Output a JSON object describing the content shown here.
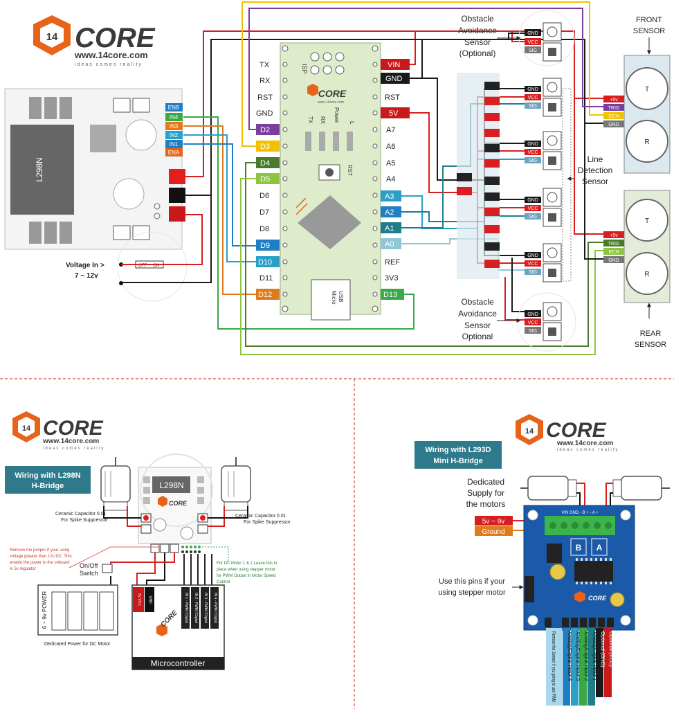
{
  "brand": {
    "name": "CORE",
    "url": "www.14core.com",
    "tagline": "ideas comes reality",
    "badge": "14",
    "brand_small": "14CORE",
    "site_small": "www.14core.com"
  },
  "colors": {
    "brand_orange": "#e8631a",
    "brand_dark": "#3a3a3a",
    "title_box": "#2e7a8c",
    "wire_red": "#d81e1e",
    "wire_black": "#1a1a1a",
    "wire_yellow": "#f2c200",
    "wire_purple": "#7a3e9d",
    "wire_green": "#3aa847",
    "wire_blue": "#1f7fc4",
    "wire_teal": "#1f7d8a",
    "wire_orange": "#e07b1c",
    "wire_lightgreen": "#8cc63f",
    "board": "#dfeccb",
    "sensor_bg": "#dbe8ef",
    "sensor_bg_rear": "#e3ecd8"
  },
  "top": {
    "l298n": {
      "label": "L298N",
      "pins": [
        "ENB",
        "IN4",
        "IN3",
        "IN2",
        "IN1",
        "ENA"
      ]
    },
    "voltage": {
      "label1": "Voltage In >",
      "label2": "7 ~ 12v",
      "switch_off": "OFF",
      "switch_on": "ON"
    },
    "nano": {
      "left_plain": [
        "TX",
        "RX",
        "RST",
        "GND"
      ],
      "left_tags": [
        "D2",
        "D3",
        "D4",
        "D5"
      ],
      "left_plain2": [
        "D6",
        "D7",
        "D8"
      ],
      "left_tags2": [
        "D9",
        "D10"
      ],
      "left_plain3": [
        "D11"
      ],
      "left_tags3": [
        "D12"
      ],
      "right_tags_top": [
        "VIN",
        "GND"
      ],
      "right_plain1": [
        "RST"
      ],
      "right_tags_mid": [
        "5V"
      ],
      "right_plain2": [
        "A7",
        "A6",
        "A5",
        "A4"
      ],
      "right_tags_analog": [
        "A3",
        "A2",
        "A1",
        "A0"
      ],
      "right_plain3": [
        "REF",
        "3V3"
      ],
      "right_tags_bottom": [
        "D13"
      ],
      "silk": {
        "isp": "ISP",
        "tx": "TX",
        "rx": "RX",
        "power": "Power",
        "l": "L",
        "rst": "RST",
        "usb1": "Micro",
        "usb2": "USB"
      }
    },
    "obstacle_top": {
      "l1": "Obstacle",
      "l2": "Avoidance",
      "l3": "Sensor",
      "l4": "(Optional)"
    },
    "obstacle_bottom": {
      "l1": "Obstacle",
      "l2": "Avoidance",
      "l3": "Sensor",
      "l4": "Optional"
    },
    "ir_pins": {
      "gnd": "GND",
      "vcc": "VCC",
      "sig": "SIG"
    },
    "line_detect": {
      "l1": "Line",
      "l2": "Detection",
      "l3": "Sensor"
    },
    "front_sensor": {
      "l1": "FRONT",
      "l2": "SENSOR",
      "t": "T",
      "r": "R",
      "pins": [
        "+5v",
        "TRIG",
        "ECH",
        "GND"
      ]
    },
    "rear_sensor": {
      "l1": "REAR",
      "l2": "SENSOR",
      "t": "T",
      "r": "R",
      "pins": [
        "+5v",
        "TRIG",
        "ECH",
        "GND"
      ]
    }
  },
  "bottom_left": {
    "title1": "Wiring with L298N",
    "title2": "H-Bridge",
    "chip": "L298N",
    "cap_left1": "Ceramic Capacitor 0.01",
    "cap_left2": "For Spike Suppressor",
    "cap_right1": "Ceramic Capacitor 0.01",
    "cap_right2": "For Spike Suppressor",
    "jumper_note1": "Remove the jumper if your using",
    "jumper_note2": "voltage greater than 12v DC. This",
    "jumper_note3": "enable the power to the onboard",
    "jumper_note4": "in 5v regulator",
    "onoff1": "On/Off",
    "onoff2": "Switch",
    "power_label": "6 ~ 9v POWER",
    "dedicated": "Dedicated Power for DC Motor",
    "motor_note1": "For DC Motor 1 & 2 Leave this in",
    "motor_note2": "place  when using stepper motor",
    "motor_note3": "for PWM Output in Motor Speed",
    "motor_note4": "Control",
    "mcu_label": "Microcontroller",
    "mcu_pins": [
      "5V VCC",
      "GND",
      "IN 1 - PWM / Digital",
      "IN 2 - PWM / Digital",
      "IN 3 - PWM / Digital",
      "IN 4 - PWM / Digital"
    ]
  },
  "bottom_right": {
    "title1": "Wiring with L293D",
    "title2": "Mini H-Bridge",
    "ded1": "Dedicated",
    "ded2": "Supply for",
    "ded3": "the motors",
    "supply": "5v ~ 9v",
    "ground": "Ground",
    "stepper1": "Use this pins if your",
    "stepper2": "using stepper motor",
    "term_top": "VIN GND  -  B  +  -  A  +",
    "labels": [
      "Remove the Jumper if you going to use PWM",
      "Analog/Digital Input 4",
      "Analog/Digital Input 3",
      "Analog/Digital Input 2",
      "Analog/Digital Input 1",
      "Optional (GND)",
      "Optional (VCC)"
    ]
  }
}
